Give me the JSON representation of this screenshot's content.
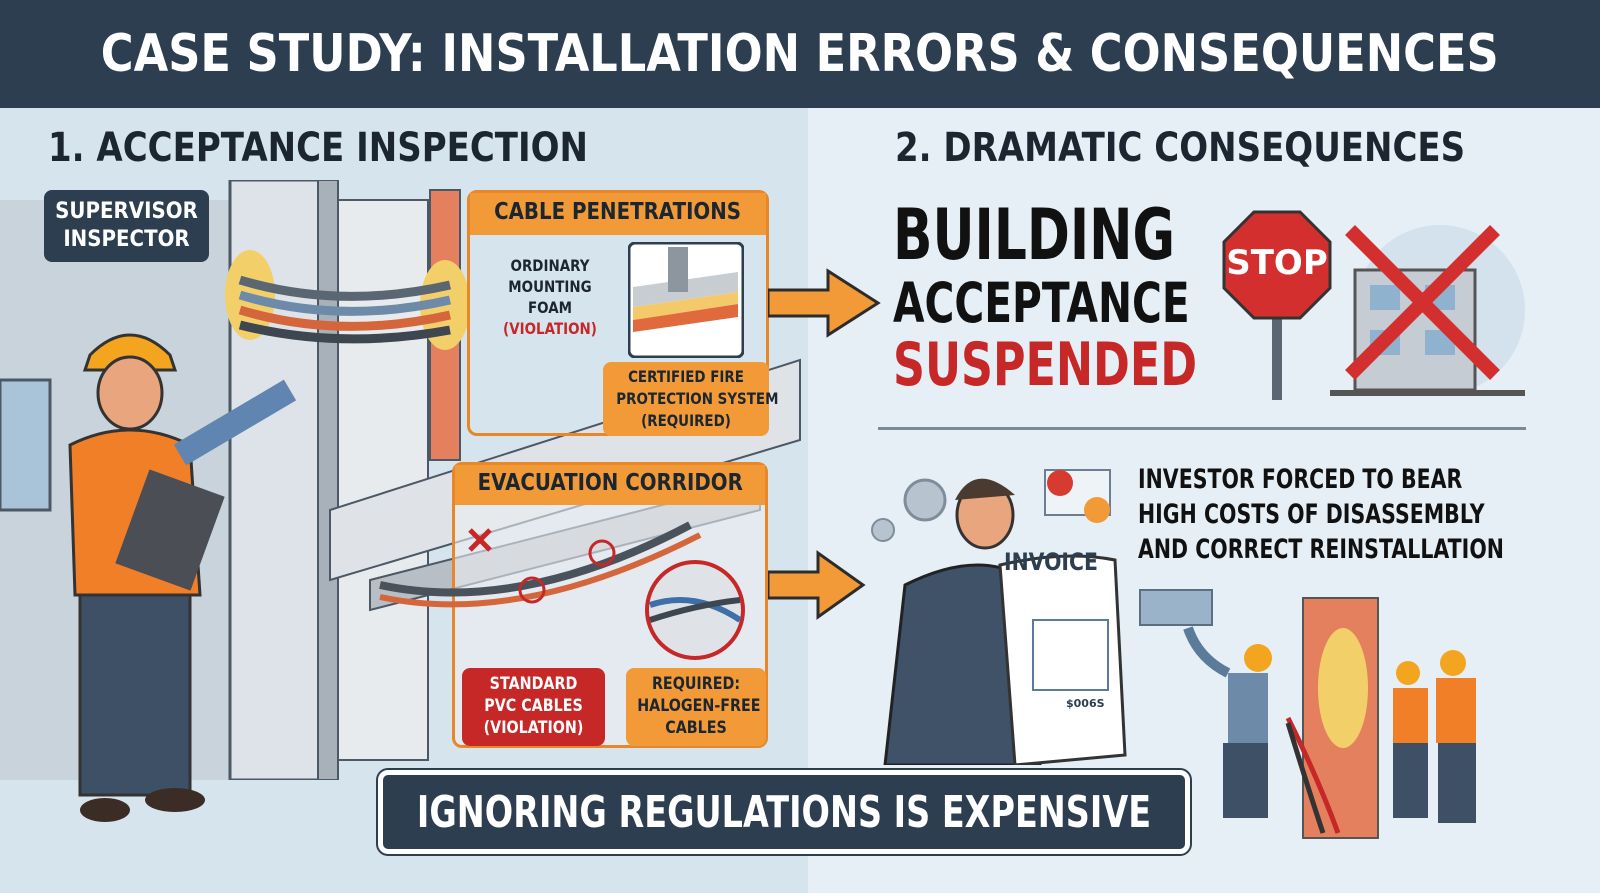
{
  "header": {
    "title": "CASE STUDY: INSTALLATION ERRORS & CONSEQUENCES"
  },
  "left": {
    "section_title": "1. ACCEPTANCE INSPECTION",
    "inspector_badge": [
      "SUPERVISOR",
      "INSPECTOR"
    ],
    "cable_penetrations": {
      "title": "CABLE PENETRATIONS",
      "violation_label": [
        "ORDINARY",
        "MOUNTING",
        "FOAM"
      ],
      "violation_tag": "(VIOLATION)",
      "required_label": [
        "CERTIFIED FIRE",
        "PROTECTION SYSTEM",
        "(REQUIRED)"
      ]
    },
    "evacuation_corridor": {
      "title": "EVACUATION CORRIDOR",
      "violation_label": [
        "STANDARD",
        "PVC CABLES",
        "(VIOLATION)"
      ],
      "required_label": [
        "REQUIRED:",
        "HALOGEN-FREE",
        "CABLES"
      ]
    }
  },
  "right": {
    "section_title": "2. DRAMATIC CONSEQUENCES",
    "headline": [
      "BUILDING",
      "ACCEPTANCE",
      "SUSPENDED"
    ],
    "stop_sign": "STOP",
    "investor_text": [
      "INVESTOR FORCED TO BEAR",
      "HIGH COSTS OF DISASSEMBLY",
      "AND CORRECT REINSTALLATION"
    ],
    "invoice_title": "INVOICE",
    "invoice_amount": "$006S"
  },
  "footer": {
    "banner": "IGNORING REGULATIONS IS EXPENSIVE"
  },
  "colors": {
    "navy": "#2c3e50",
    "orange": "#f29a38",
    "red": "#c62828"
  }
}
